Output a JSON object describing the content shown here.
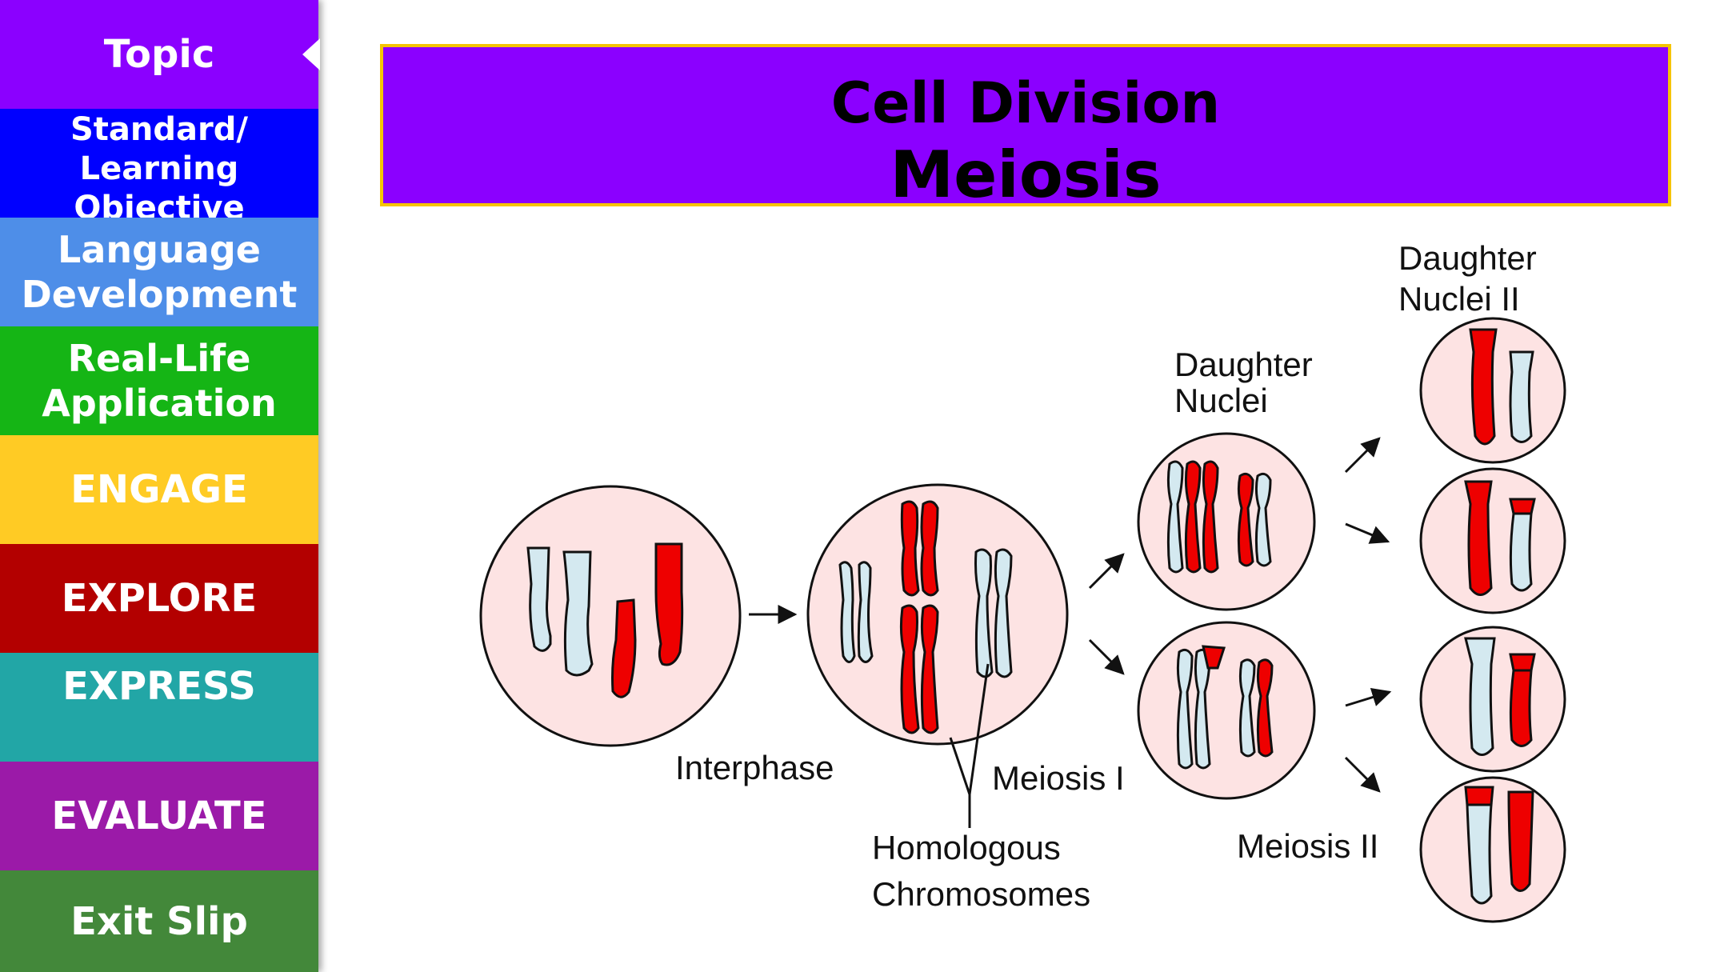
{
  "sidebar": {
    "items": [
      {
        "label": "Topic",
        "color": "#8b00ff"
      },
      {
        "label": "Standard/\nLearning\nObjective",
        "color": "#0000ff"
      },
      {
        "label": "Language\nDevelopment",
        "color": "#4e8ee8"
      },
      {
        "label": "Real-Life\nApplication",
        "color": "#15b515"
      },
      {
        "label": "ENGAGE",
        "color": "#ffcb24"
      },
      {
        "label": "EXPLORE",
        "color": "#b30000"
      },
      {
        "label": "EXPRESS",
        "color": "#22a6a6"
      },
      {
        "label": "EVALUATE",
        "color": "#9b1aa8"
      },
      {
        "label": "Exit Slip",
        "color": "#43883a"
      }
    ],
    "active": "Topic"
  },
  "title": {
    "line1": "Cell Division",
    "line2": "Meiosis",
    "background": "#8b00ff",
    "border": "#f5c400"
  },
  "diagram": {
    "labels": {
      "interphase": "Interphase",
      "meiosis1": "Meiosis I",
      "meiosis2": "Meiosis II",
      "homologous1": "Homologous",
      "homologous2": "Chromosomes",
      "daughter_nuclei1": "Daughter",
      "daughter_nuclei2": "Nuclei",
      "daughter_nuclei_ii1": "Daughter",
      "daughter_nuclei_ii2": "Nuclei II"
    },
    "colors": {
      "cell_fill": "#fde3e3",
      "chromosome_red": "#ee0000",
      "chromosome_blue": "#d4e9f0",
      "outline": "#111111"
    }
  }
}
